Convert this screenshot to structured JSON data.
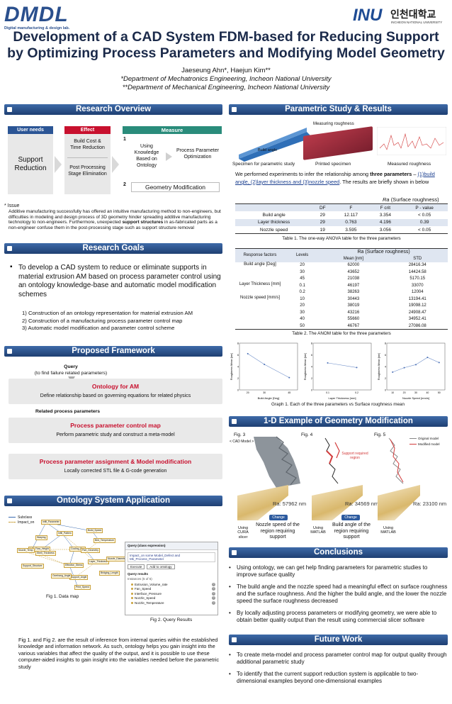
{
  "header": {
    "logo_text": "DMDL",
    "logo_sub": "Digital manufacturing & design lab.",
    "univ_mark": "INU",
    "univ_kor": "인천대학교",
    "univ_eng": "INCHEON NATIONAL UNIVERSITY"
  },
  "title": {
    "line1": "Development of a CAD System FDM-based for Reducing Support",
    "line2": "by Optimizing Process Parameters and Modifying Model Geometry",
    "authors": "Jaeseung Ahn*, Haejun Kim**",
    "aff1": "*Department of Mechatronics Engineering, Incheon National University",
    "aff2": "**Department of Mechanical Engineering, Incheon National University"
  },
  "overview": {
    "title": "Research Overview",
    "user_needs": "User needs",
    "effect": "Effect",
    "measure": "Measure",
    "need": "Support Reduction",
    "effect1": "Build Cost & Time Reduction",
    "effect2": "Post Processing Stage Elimination",
    "num1": "1",
    "num2": "2",
    "m1a": "Using Knowledge Based on Ontology",
    "m1b": "Process Parameter Optimization",
    "m2": "Geometry Modification",
    "issue_label": "* Issue",
    "issue_text": "Additive manufacturing successfully has offered an intuitive manufacturing method to non-engineers, but difficulties in modeling and design process of 3D geometry hinder spreading additive manufacturing technology to non-engineers. Furthermore, unexpected ",
    "issue_bold": "support structures",
    "issue_tail": " in as-fabricated parts as a non-engineer confuse them in the post-processing stage such as support structure removal"
  },
  "goals": {
    "title": "Research Goals",
    "main": "To develop a CAD system to reduce or eliminate supports in material extrusion AM based on process parameter control using an ontology knowledge-base and automatic model modification schemes",
    "items": [
      "1)  Construction of an ontology representation for material extrusion AM",
      "2)  Construction of a manufacturing process parameter control map",
      "3)  Automatic model modification and parameter control scheme"
    ]
  },
  "framework": {
    "title": "Proposed Framework",
    "query": "Query",
    "query_sub": "(to find failure related parameters)",
    "onto_title": "Ontology for AM",
    "onto_text": "Define relationship based on governing equations for related physics",
    "related": "Related process parameters",
    "ppc_title": "Process parameter control map",
    "ppc_text": "Perform parametric study and construct a meta-model",
    "ppa_title": "Process parameter assignment & Model modification",
    "ppa_text": "Locally corrected STL file & G-code generation"
  },
  "ontology_app": {
    "title": "Ontology System Application",
    "legend1": "Subclass",
    "legend2": "Impact_on",
    "nodes": [
      "Infill_Parameter",
      "Infill_Pattern",
      "Build_Speed",
      "Infill_Flow_Height",
      "Shell_Thickness",
      "Cooling_Fan",
      "Bed_Temperature",
      "Part_Geometry",
      "Layer_Thickness",
      "Nozzle_Temp",
      "Effective_Stress",
      "Support_Angle",
      "Print_Speed",
      "Overhang_Angle",
      "Nozzle_Diameter",
      "Support_Structure",
      "Warping",
      "Bridging_Length"
    ],
    "fig1": "Fig 1. Data map",
    "fig2": "Fig 2. Query Results",
    "q_title": "Query (class expression)",
    "q_expr": "Impact_on some Model_Defect and Mk_Process_Parameter",
    "q_execute": "Execute",
    "q_add": "Add to ontology",
    "q_results": "Query results",
    "q_sub": "Instances (5 of 5)",
    "q_items": [
      "Extrusion_Volume_rate",
      "Fan_Speed",
      "Interface_Pressure",
      "Nozzle_Speed",
      "Nozzle_Temperature"
    ],
    "text": "Fig 1. and Fig 2. are the result of inference from internal queries within the established knowledge and information network. As such, ontology helps you gain insight into the various variables that affect the quality of the output, and it is possible to use these computer-aided insights to gain insight into the variables needed before the parametric study"
  },
  "parametric": {
    "title": "Parametric Study & Results",
    "cap_measuring": "Measuring roughness",
    "cap_build_angle": "Build angle",
    "cap_specimen": "Specimen for parametric study",
    "cap_printed": "Printed specimen",
    "cap_measured": "Measured roughness",
    "intro_a": "We performed experiments to infer the relationship among ",
    "intro_b": "three parameters",
    "intro_c": " – ",
    "intro_d": "(1)build angle, (2)layer thickness and (3)nozzle speed",
    "intro_e": ". The results are briefly shown in below",
    "ra_label": "Ra",
    "ra_text": "(Surface roughness)",
    "t1_head": [
      "",
      "DF",
      "F",
      "F crit",
      "P - value"
    ],
    "t1_rows": [
      [
        "Build angle",
        "29",
        "12.117",
        "3.354",
        "< 0.05"
      ],
      [
        "Layer thickness",
        "29",
        "0.763",
        "4.196",
        "0.39"
      ],
      [
        "Nozzle speed",
        "19",
        "3.595",
        "3.056",
        "< 0.05"
      ]
    ],
    "t1_caption": "Table 1. The one-way ANOVA table for the three parameters",
    "t2_h_resp": "Response factors",
    "t2_h_levels": "Levels",
    "t2_h_ra": "Ra (Surface roughness)",
    "t2_h_mean": "Mean [nm]",
    "t2_h_std": "STD",
    "t2_groups": [
      {
        "name": "Build angle [Deg]",
        "rows": [
          [
            "20",
            "62000",
            "28416.34"
          ],
          [
            "30",
            "43652",
            "14424.58"
          ],
          [
            "45",
            "21038",
            "5170.15"
          ]
        ]
      },
      {
        "name": "Layer Thickness [mm]",
        "rows": [
          [
            "0.1",
            "46197",
            "33070"
          ],
          [
            "0.2",
            "38263",
            "12004"
          ]
        ]
      },
      {
        "name": "Nozzle speed [mm/s]",
        "rows": [
          [
            "10",
            "30443",
            "13194.41"
          ],
          [
            "20",
            "38019",
            "19098.12"
          ],
          [
            "30",
            "43216",
            "24908.47"
          ],
          [
            "40",
            "55660",
            "34952.41"
          ],
          [
            "50",
            "46767",
            "27086.08"
          ]
        ]
      }
    ],
    "t2_caption": "Table 2. The ANOM table for the three parameters",
    "graph_caption": "Graph 1. Each of the three parameters vs Surface roughness mean"
  },
  "chart_data": [
    {
      "type": "line",
      "title": "",
      "xlabel": "Build Angle [Deg]",
      "ylabel": "Roughness Mean [nm]",
      "x": [
        20,
        30,
        45
      ],
      "values": [
        62000,
        43652,
        21038
      ],
      "ylim": [
        0,
        80000
      ],
      "xlim": [
        15,
        50
      ]
    },
    {
      "type": "line",
      "title": "",
      "xlabel": "Layer Thickness [mm]",
      "ylabel": "Roughness Mean [nm]",
      "x": [
        0.1,
        0.2
      ],
      "values": [
        46197,
        38263
      ],
      "ylim": [
        0,
        80000
      ],
      "xlim": [
        0.05,
        0.25
      ]
    },
    {
      "type": "line",
      "title": "",
      "xlabel": "Nozzle Speed [mm/s]",
      "ylabel": "Roughness Mean [nm]",
      "x": [
        10,
        20,
        30,
        40,
        50
      ],
      "values": [
        30443,
        38019,
        43216,
        55660,
        46767
      ],
      "ylim": [
        0,
        80000
      ],
      "xlim": [
        5,
        55
      ]
    }
  ],
  "geometry": {
    "title": "1-D Example of Geometry Modification",
    "fig3": "Fig. 3",
    "fig4": "Fig. 4",
    "fig5": "Fig. 5",
    "cad": "< CAD Model >",
    "support_required": "Support required region",
    "legend_orig": "Original model",
    "legend_mod": "Modified model",
    "ra1": "Ra: 57962 nm",
    "ra2": "Ra: 34569 nm",
    "ra3": "Ra: 23100 nm",
    "change": "Change",
    "cura": "Using CURA slicer",
    "matlab": "Using MATLAB",
    "step1": "Nozzle speed of the region requiring support",
    "step2": "Build angle of the region requiring support"
  },
  "conclusions": {
    "title": "Conclusions",
    "items": [
      "Using ontology, we can get help finding parameters for parametric studies to improve surface quality",
      "The build angle and the nozzle speed had a meaningful effect on surface roughness and the surface roughness. And the higher the build angle, and the lower the nozzle speed the surface roughness decreased",
      "By locally adjusting process parameters or modifying geometry, we were able to obtain better quality output than the result using commercial slicer software"
    ]
  },
  "future": {
    "title": "Future Work",
    "items": [
      "To create meta-model and process parameter control map for output quality through additional parametric study",
      "To identify that the current support reduction system is applicable to two-dimensional examples beyond one-dimensional examples"
    ]
  },
  "colors": {
    "accent": "#2b5595",
    "red": "#c8102e",
    "box": "#e8e8e8"
  }
}
